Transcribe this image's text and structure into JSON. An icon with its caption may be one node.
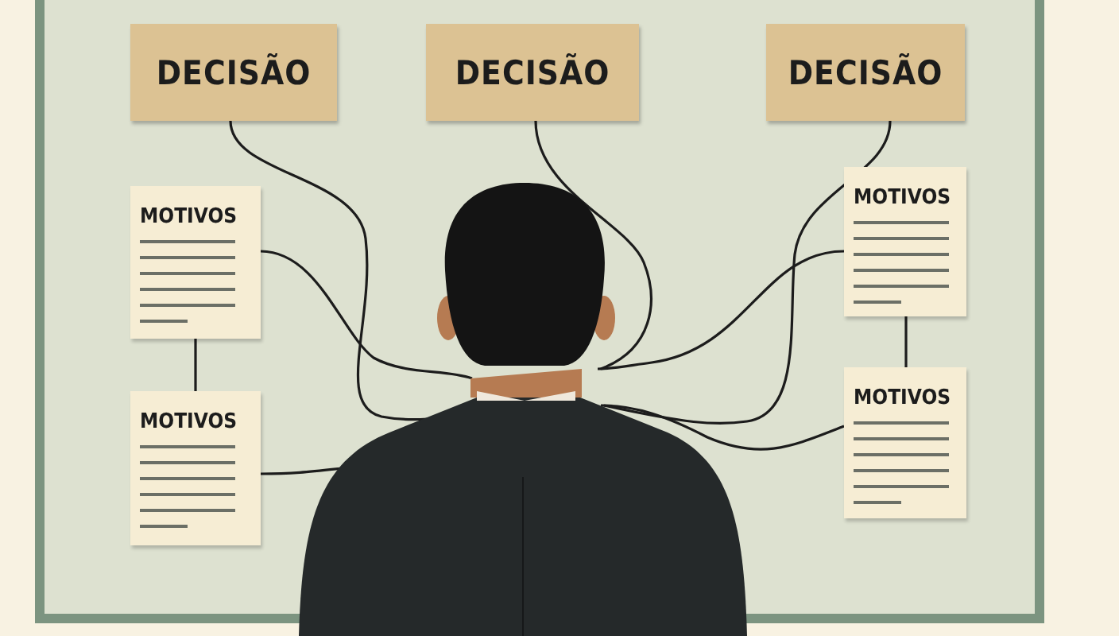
{
  "diagram": {
    "nodes": [
      {
        "text": [
          "DECISÃO"
        ]
      },
      {
        "text": [
          "DECISÃO"
        ]
      },
      {
        "text": [
          "DECISÃO"
        ]
      },
      {
        "text": [
          "MOTIVOS"
        ]
      },
      {
        "text": [
          "MOTIVOS"
        ]
      },
      {
        "text": [
          "MOTIVOS"
        ]
      },
      {
        "text": [
          "MOTIVOS"
        ]
      },
      {
        "text": [],
        "shape": "person"
      }
    ],
    "edges": [
      {
        "from": 0,
        "to": 7,
        "arrow": "none"
      },
      {
        "from": 1,
        "to": 7,
        "arrow": "none"
      },
      {
        "from": 2,
        "to": 7,
        "arrow": "none"
      },
      {
        "from": 3,
        "to": 7,
        "arrow": "none"
      },
      {
        "from": 3,
        "to": 4,
        "arrow": "none"
      },
      {
        "from": 4,
        "to": 7,
        "arrow": "none"
      },
      {
        "from": 5,
        "to": 7,
        "arrow": "none"
      },
      {
        "from": 5,
        "to": 6,
        "arrow": "none"
      },
      {
        "from": 6,
        "to": 7,
        "arrow": "none"
      }
    ]
  }
}
